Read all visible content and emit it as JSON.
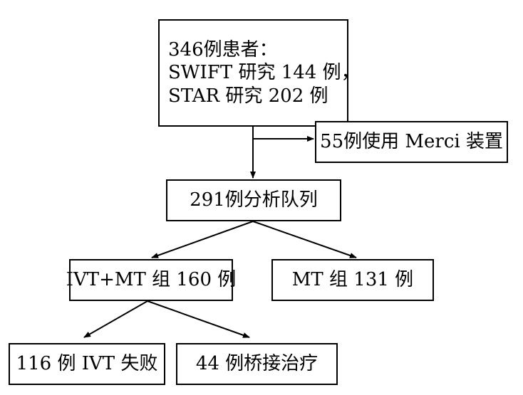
{
  "start": {
    "line1": "346例患者：",
    "line2": "SWIFT 研究 144 例，",
    "line3": "STAR 研究 202 例"
  },
  "excluded": {
    "label": "55例使用 Merci 装置"
  },
  "cohort": {
    "label": "291例分析队列"
  },
  "groups": {
    "ivt_mt": {
      "label": "IVT+MT 组 160 例"
    },
    "mt": {
      "label": "MT 组 131 例"
    }
  },
  "subgroups": {
    "ivt_failed": {
      "label": "116 例 IVT 失败"
    },
    "bridging": {
      "label": "44 例桥接治疗"
    }
  },
  "colors": {
    "stroke": "#000000",
    "background": "#ffffff"
  }
}
